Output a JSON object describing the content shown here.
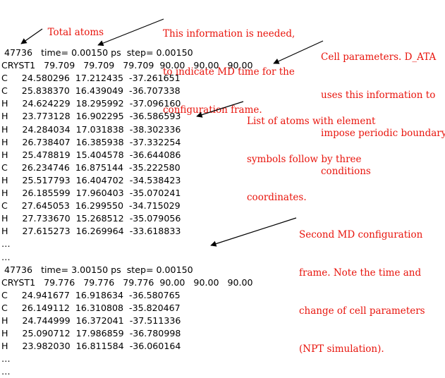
{
  "annotations": {
    "total_atoms": "Total atoms",
    "md_time": [
      "This information is needed,",
      "to indicate MD time for the",
      "configuration frame."
    ],
    "cell_params": [
      "Cell parameters. D_ATA",
      "uses this information to",
      "impose periodic boundary",
      "conditions"
    ],
    "atom_list": [
      "List of atoms with element",
      "symbols follow by three",
      "coordinates."
    ],
    "second_frame": [
      "Second MD configuration",
      "frame. Note the time and",
      "change of cell parameters",
      "(NPT simulation)."
    ]
  },
  "file_lines": [
    " 47736   time= 0.00150 ps  step= 0.00150",
    "CRYST1   79.709   79.709   79.709  90.00   90.00   90.00",
    "C     24.580296  17.212435  -37.261651",
    "C     25.838370  16.439049  -36.707338",
    "H     24.624229  18.295992  -37.096160",
    "H     23.773128  16.902295  -36.586593",
    "H     24.284034  17.031838  -38.302336",
    "H     26.738407  16.385938  -37.332254",
    "H     25.478819  15.404578  -36.644086",
    "C     26.234746  16.875144  -35.222580",
    "H     25.517793  16.404702  -34.538423",
    "H     26.185599  17.960403  -35.070241",
    "C     27.645053  16.299550  -34.715029",
    "H     27.733670  15.268512  -35.079056",
    "H     27.615273  16.269964  -33.618833",
    "…",
    "…",
    " 47736   time= 3.00150 ps  step= 0.00150",
    "CRYST1   79.776   79.776   79.776  90.00   90.00   90.00",
    "C     24.941677  16.918634  -36.580765",
    "C     26.149112  16.310808  -35.820467",
    "H     24.744999  16.372041  -37.511336",
    "H     25.090712  17.986859  -36.780998",
    "H     23.982030  16.811584  -36.060164",
    "…",
    "…"
  ],
  "colors": {
    "annotation": "#e8140c",
    "text": "#000000"
  }
}
